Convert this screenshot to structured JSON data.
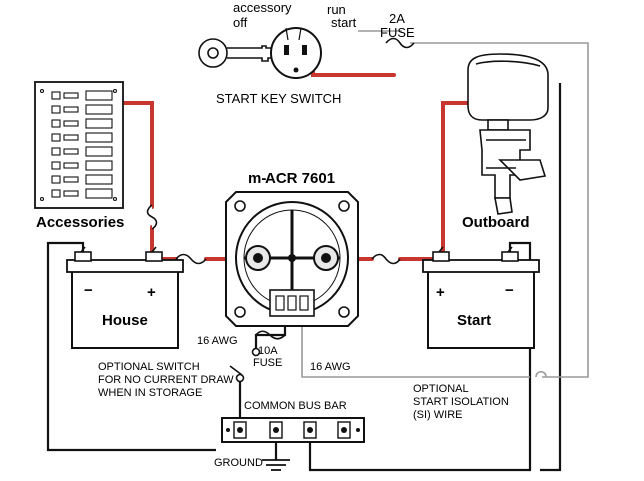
{
  "colors": {
    "red_wire": "#c8372f",
    "black_wire": "#111111",
    "gray_wire": "#9a9a9a",
    "terminal_fill": "#f0f0f0"
  },
  "labels": {
    "key_positions": {
      "accessory": "accessory",
      "off": "off",
      "run": "run",
      "start": "start"
    },
    "start_key_switch": "START KEY SWITCH",
    "fuse_2a_line1": "2A",
    "fuse_2a_line2": "FUSE",
    "accessories": "Accessories",
    "macr_prefix": "m-",
    "macr_name": "ACR 7601",
    "outboard": "Outboard",
    "house": "House",
    "start_battery": "Start",
    "awg_left": "16 AWG",
    "awg_right": "16 AWG",
    "fuse_10a_line1": "10A",
    "fuse_10a_line2": "FUSE",
    "optional_switch": [
      "OPTIONAL SWITCH",
      "FOR NO CURRENT DRAW",
      "WHEN IN STORAGE"
    ],
    "si_wire": [
      "OPTIONAL",
      "START ISOLATION",
      "(SI) WIRE"
    ],
    "common_bus_bar": "COMMON BUS BAR",
    "ground": "GROUND",
    "plus": "+",
    "minus": "−"
  },
  "icons": [
    "key-icon",
    "ignition-switch-icon",
    "switch-panel-icon",
    "outboard-motor-icon",
    "battery-icon",
    "relay-icon",
    "bus-bar-icon",
    "ground-icon",
    "fuse-icon"
  ]
}
